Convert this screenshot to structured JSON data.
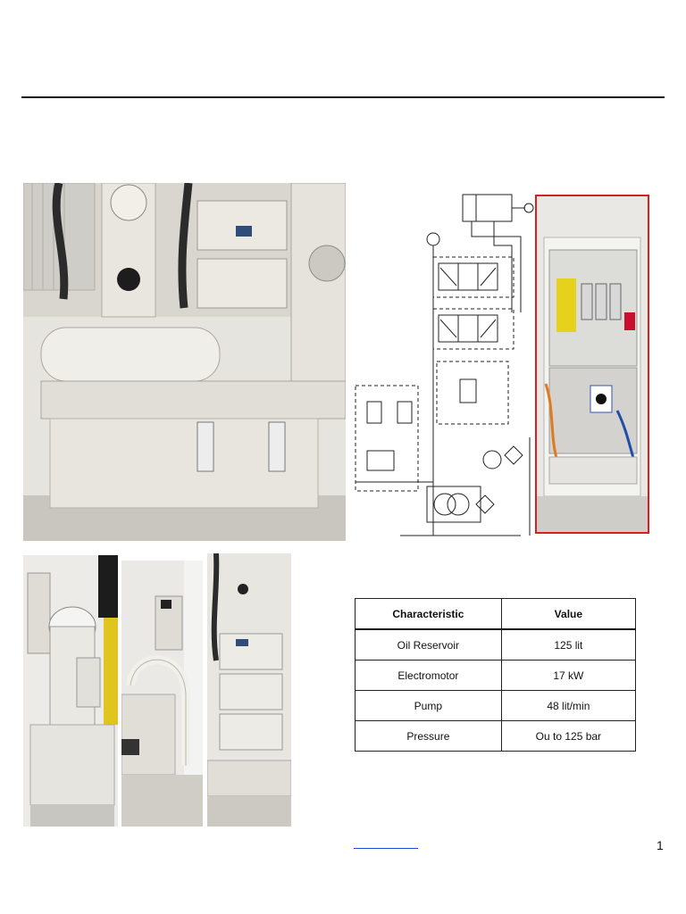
{
  "table": {
    "headers": [
      "Characteristic",
      "Value"
    ],
    "rows": [
      {
        "characteristic": "Oil Reservoir",
        "value": "125 lit"
      },
      {
        "characteristic": "Electromotor",
        "value": "17 kW"
      },
      {
        "characteristic": "Pump",
        "value": "48 lit/min"
      },
      {
        "characteristic": "Pressure",
        "value": "Ou to 125 bar"
      }
    ]
  },
  "page_number": "1",
  "colors": {
    "frame_border": "#d62020",
    "link": "#1a4fd1",
    "equipment": "#e4e3dc"
  }
}
